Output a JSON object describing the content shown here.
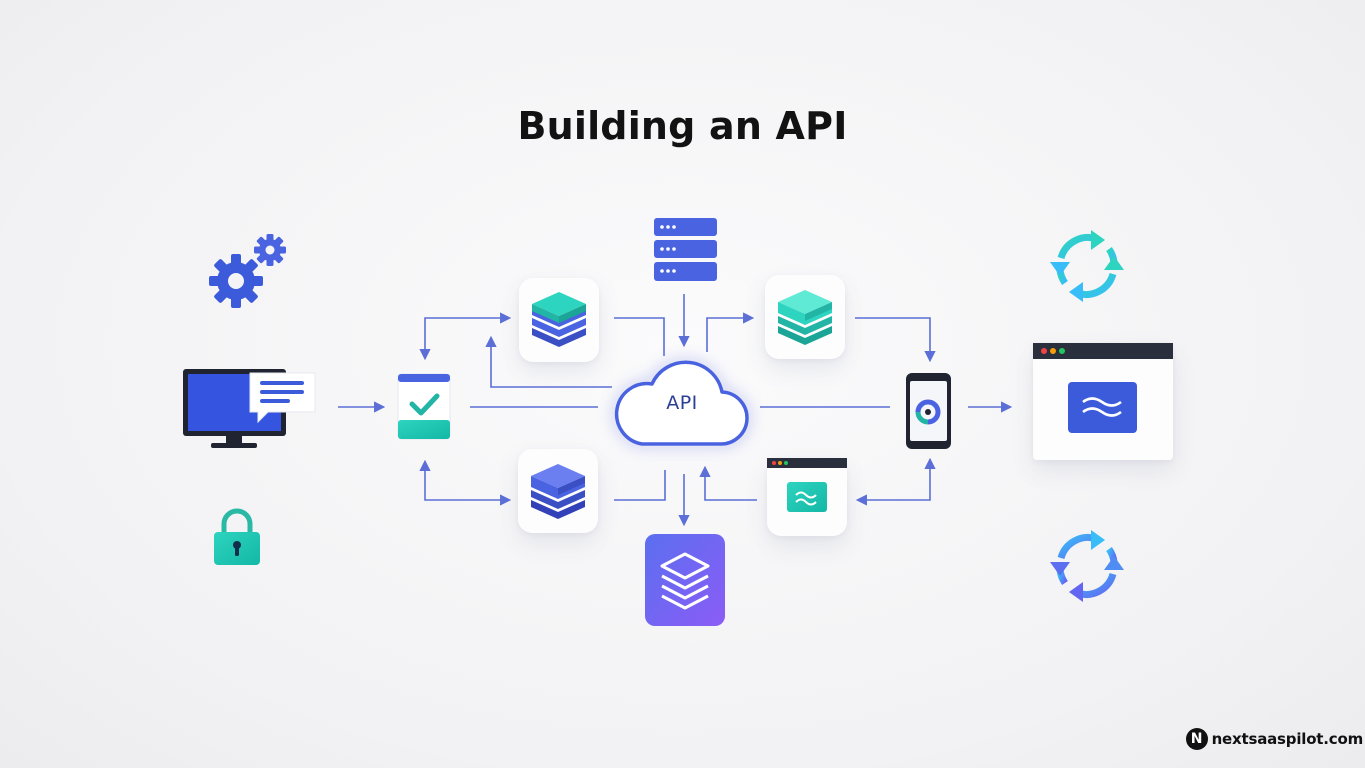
{
  "diagram": {
    "title": "Building an API",
    "center_label": "API",
    "colors": {
      "blue": "#3b5bdb",
      "indigo": "#4c5bd4",
      "teal": "#22b5a6",
      "violet": "#7b5cf0",
      "connector": "#5b6fd6"
    },
    "icons": [
      "gear-icon",
      "monitor-icon",
      "chat-icon",
      "lock-icon",
      "checklist-icon",
      "database-icon",
      "server-icon",
      "cloud-icon",
      "smartphone-icon",
      "browser-window-icon",
      "sync-icon"
    ]
  },
  "watermark": {
    "mark": "N",
    "text": "nextsaaspilot.com"
  }
}
